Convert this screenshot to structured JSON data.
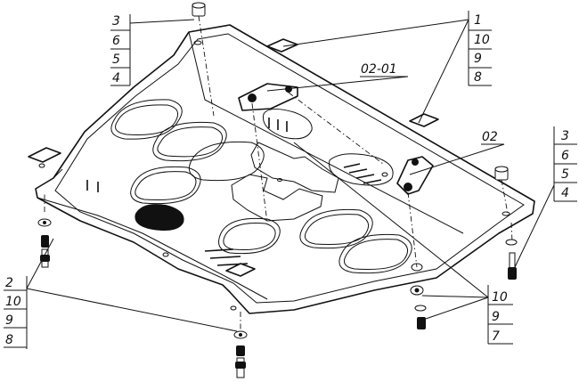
{
  "callouts": {
    "top_left": [
      "3",
      "6",
      "5",
      "4"
    ],
    "top_right": [
      "1",
      "10",
      "9",
      "8"
    ],
    "right": [
      "3",
      "6",
      "5",
      "4"
    ],
    "bottom_left": [
      "2",
      "10",
      "9",
      "8"
    ],
    "bottom_right": [
      "10",
      "9",
      "7"
    ]
  },
  "labels": {
    "bracket_a": "02-01",
    "bracket_b": "02"
  }
}
